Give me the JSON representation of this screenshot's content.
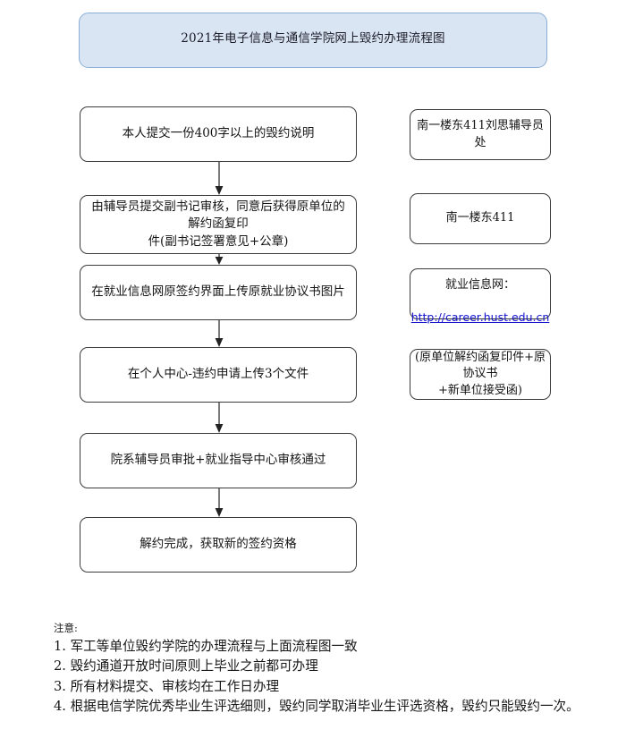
{
  "document": {
    "title": "2021年电子信息与通信学院网上毁约办理流程图"
  },
  "flow": {
    "steps": [
      {
        "id": "step-1",
        "label": "本人提交一份400字以上的毁约说明"
      },
      {
        "id": "step-2",
        "label": "由辅导员提交副书记审核，同意后获得原单位的解约函复印\n件(副书记签署意见+公章)"
      },
      {
        "id": "step-3",
        "label": "在就业信息网原签约界面上传原就业协议书图片"
      },
      {
        "id": "step-4",
        "label": "在个人中心-违约申请上传3个文件"
      },
      {
        "id": "step-5",
        "label": "院系辅导员审批+就业指导中心审核通过"
      },
      {
        "id": "step-6",
        "label": "解约完成，获取新的签约资格"
      }
    ],
    "connectors": [
      {
        "id": "connector-1",
        "from": "step-1",
        "to": "step-2",
        "arrow": "down-arrow-icon"
      },
      {
        "id": "connector-2",
        "from": "step-2",
        "to": "step-3",
        "arrow": "down-arrow-icon"
      },
      {
        "id": "connector-3",
        "from": "step-3",
        "to": "step-4",
        "arrow": "down-arrow-icon"
      },
      {
        "id": "connector-4",
        "from": "step-4",
        "to": "step-5",
        "arrow": "down-arrow-icon"
      },
      {
        "id": "connector-5",
        "from": "step-5",
        "to": "step-6",
        "arrow": "down-arrow-icon"
      }
    ],
    "annotations": [
      {
        "id": "note-1",
        "label": "南一楼东411刘思辅导员处"
      },
      {
        "id": "note-2",
        "label": "南一楼东411"
      },
      {
        "id": "note-3",
        "label": "就业信息网：",
        "url": "http://career.hust.edu.cn"
      },
      {
        "id": "note-4",
        "label": "(原单位解约函复印件+原协议书\n+新单位接受函)"
      }
    ]
  },
  "notes": {
    "heading": "注意:",
    "items": [
      "1. 军工等单位毁约学院的办理流程与上面流程图一致",
      "2. 毁约通道开放时间原则上毕业之前都可办理",
      "3. 所有材料提交、审核均在工作日办理",
      "4. 根据电信学院优秀毕业生评选细则，毁约同学取消毕业生评选资格，毁约只能毁约一次。"
    ]
  },
  "colors": {
    "title_fill": "#dae5f4",
    "title_border": "#8aaed4",
    "node_border": "#3b3b3b",
    "link": "#1414cc",
    "page_background": "#ffffff"
  }
}
